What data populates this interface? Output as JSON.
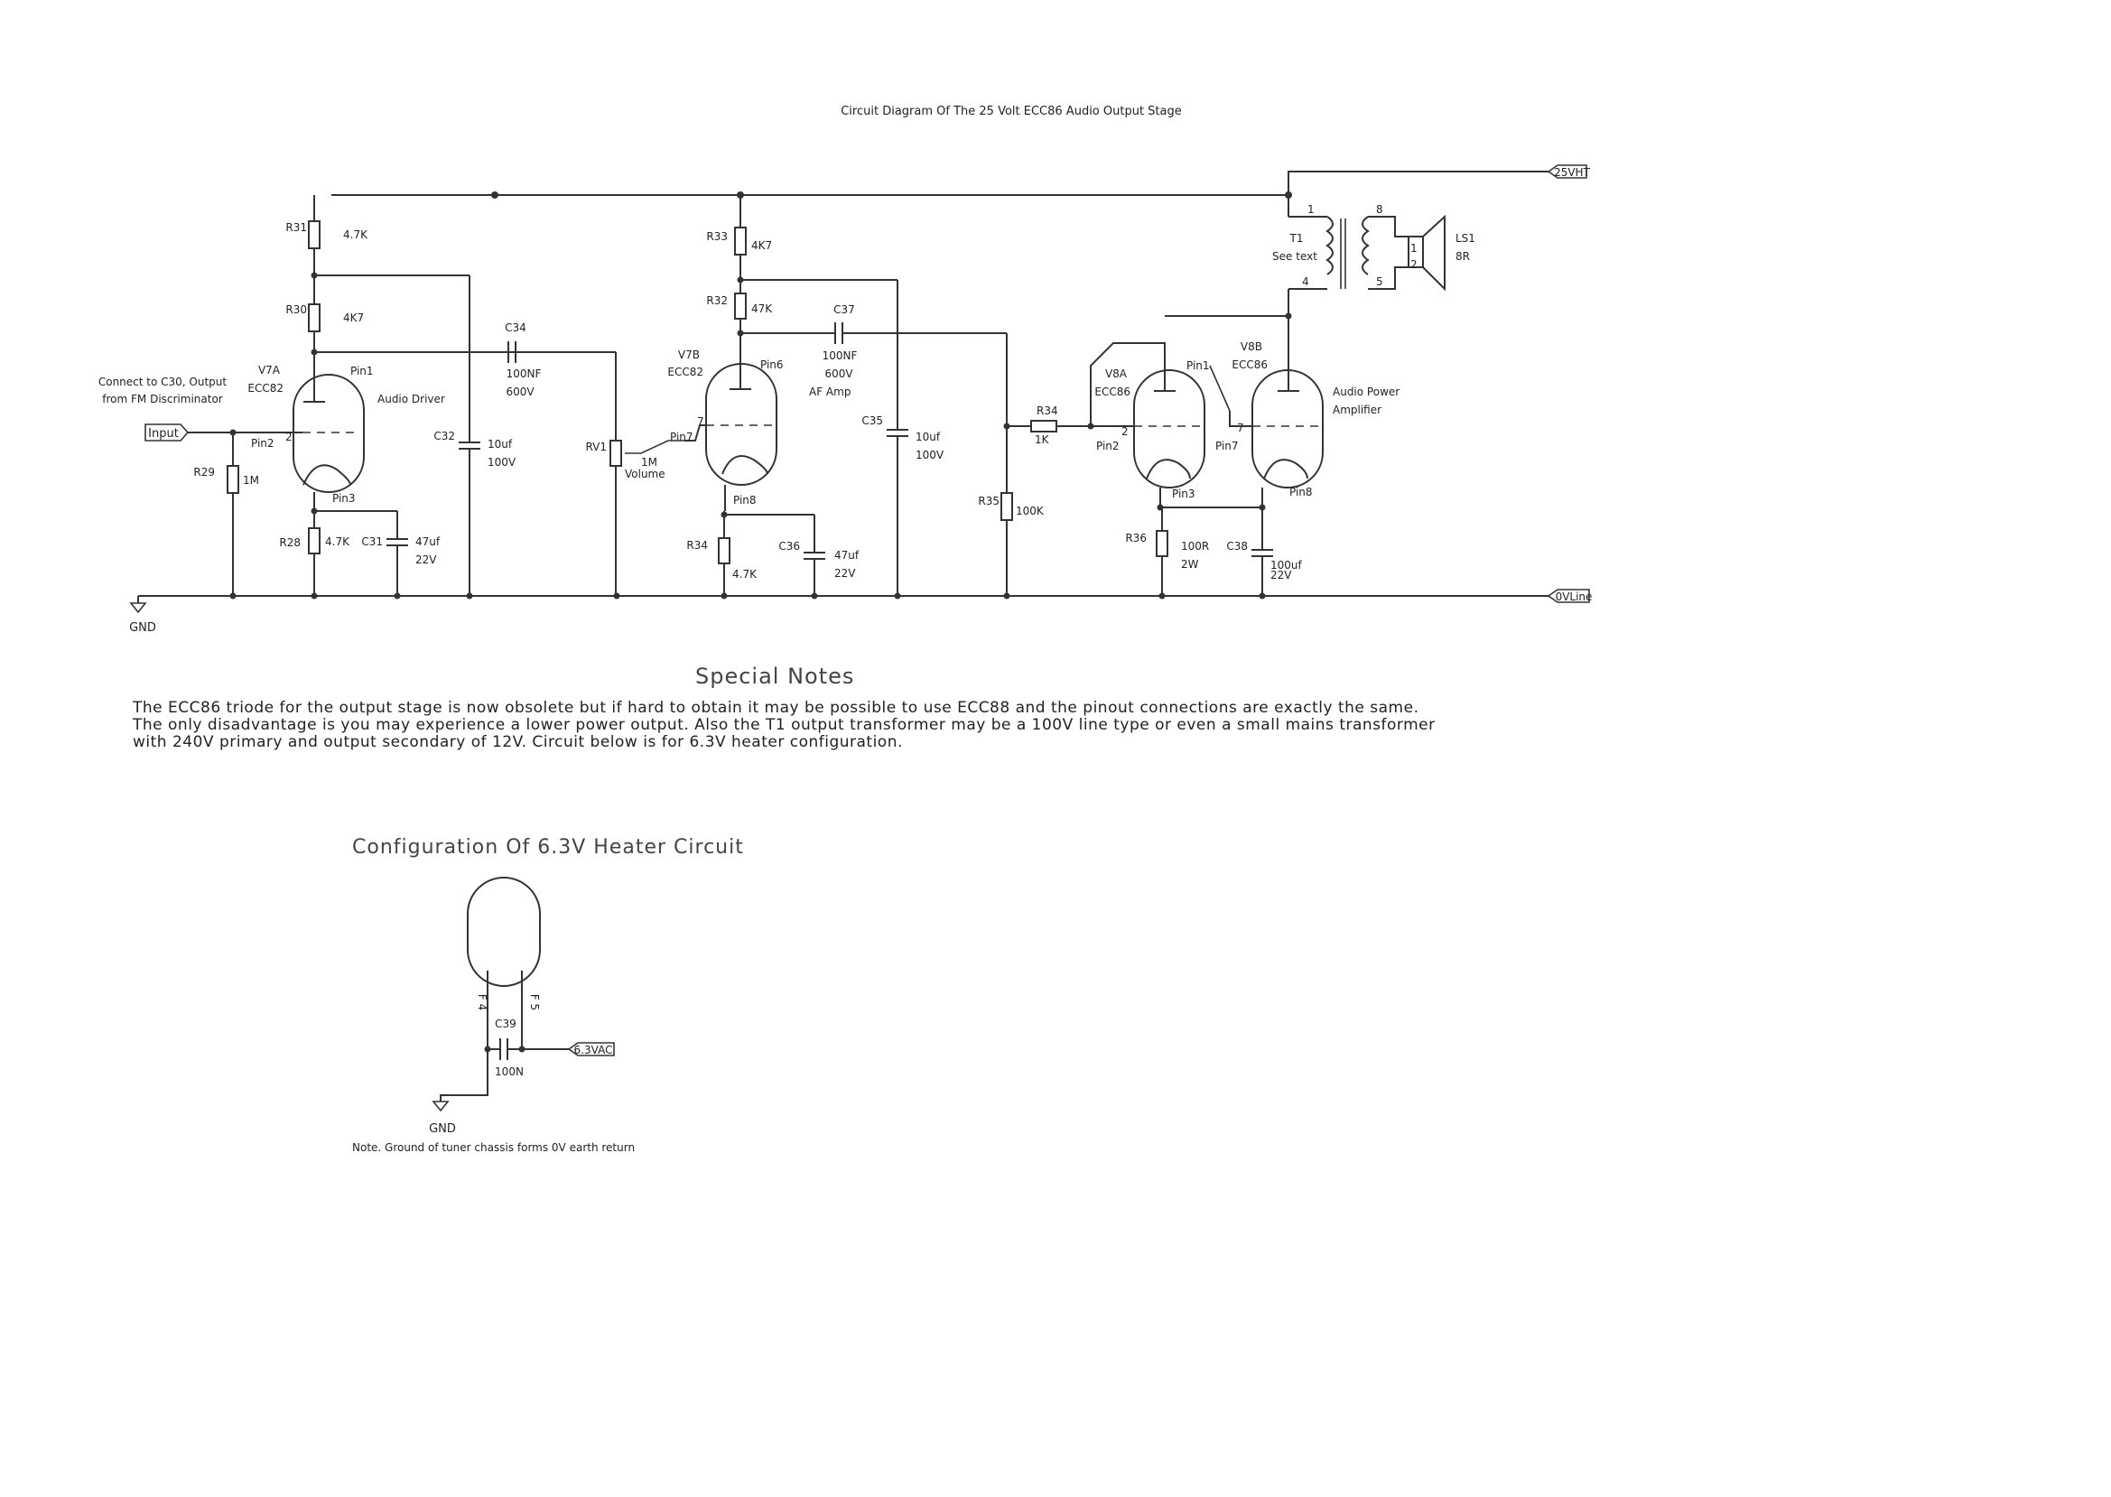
{
  "title": "Circuit Diagram Of The 25 Volt ECC86 Audio Output Stage",
  "nets": {
    "hv": "25VHT",
    "zero": "0VLine",
    "gnd": "GND",
    "heater": "6.3VAC",
    "input": "Input"
  },
  "input_note": [
    "Connect to C30, Output",
    "from FM Discriminator"
  ],
  "components": {
    "R31": {
      "ref": "R31",
      "value": "4.7K"
    },
    "R30": {
      "ref": "R30",
      "value": "4K7"
    },
    "R29": {
      "ref": "R29",
      "value": "1M"
    },
    "R28": {
      "ref": "R28",
      "value": "4.7K"
    },
    "C31": {
      "ref": "C31",
      "value1": "47uf",
      "value2": "22V"
    },
    "C32": {
      "ref": "C32",
      "value1": "10uf",
      "value2": "100V"
    },
    "C34": {
      "ref": "C34",
      "value1": "100NF",
      "value2": "600V"
    },
    "RV1": {
      "ref": "RV1",
      "value1": "1M",
      "value2": "Volume"
    },
    "R33": {
      "ref": "R33",
      "value": "4K7"
    },
    "R32": {
      "ref": "R32",
      "value": "47K"
    },
    "C37": {
      "ref": "C37",
      "value1": "100NF",
      "value2": "600V"
    },
    "C35": {
      "ref": "C35",
      "value1": "10uf",
      "value2": "100V"
    },
    "R34a": {
      "ref": "R34",
      "value": "4.7K"
    },
    "C36": {
      "ref": "C36",
      "value1": "47uf",
      "value2": "22V"
    },
    "R34b": {
      "ref": "R34",
      "value": "1K"
    },
    "R35": {
      "ref": "R35",
      "value": "100K"
    },
    "R36": {
      "ref": "R36",
      "value1": "100R",
      "value2": "2W"
    },
    "C38": {
      "ref": "C38",
      "value1": "100uf",
      "value2": "22V"
    },
    "T1": {
      "ref": "T1",
      "value": "See text"
    },
    "LS1": {
      "ref": "LS1",
      "value": "8R"
    },
    "C39": {
      "ref": "C39",
      "value": "100N"
    }
  },
  "tubes": {
    "V7A": {
      "ref": "V7A",
      "type": "ECC82",
      "function": "Audio Driver",
      "pin_a": "Pin1",
      "pin_g": "Pin2",
      "pin_k": "Pin3",
      "grid_num": "2"
    },
    "V7B": {
      "ref": "V7B",
      "type": "ECC82",
      "function": "AF Amp",
      "pin_a": "Pin6",
      "pin_g": "Pin7",
      "pin_k": "Pin8",
      "grid_num": "7"
    },
    "V8A": {
      "ref": "V8A",
      "type": "ECC86",
      "pin_a": "Pin1",
      "pin_g": "Pin2",
      "pin_k": "Pin3",
      "grid_num": "2"
    },
    "V8B": {
      "ref": "V8B",
      "type": "ECC86",
      "function1": "Audio Power",
      "function2": "Amplifier",
      "pin_a": "Pin8",
      "pin_g": "Pin7",
      "grid_num": "7"
    }
  },
  "transformer_pins": {
    "p1": "1",
    "p4": "4",
    "p8": "8",
    "p5": "5",
    "s1": "1",
    "s2": "2"
  },
  "special_notes": {
    "heading": "Special Notes",
    "lines": [
      "The ECC86 triode for the output stage is now obsolete but if hard to obtain it may be possible to use ECC88 and the pinout connections are exactly the same.",
      "The only disadvantage is you may experience a lower power output. Also the T1 output transformer may be a 100V line type or even a small mains transformer",
      "with 240V primary and output secondary of 12V. Circuit below is for 6.3V heater configuration."
    ]
  },
  "heater": {
    "heading": "Configuration Of 6.3V Heater Circuit",
    "pin_f1": "F 4",
    "pin_f2": "F 5",
    "footnote": "Note. Ground of tuner chassis forms 0V earth return"
  }
}
